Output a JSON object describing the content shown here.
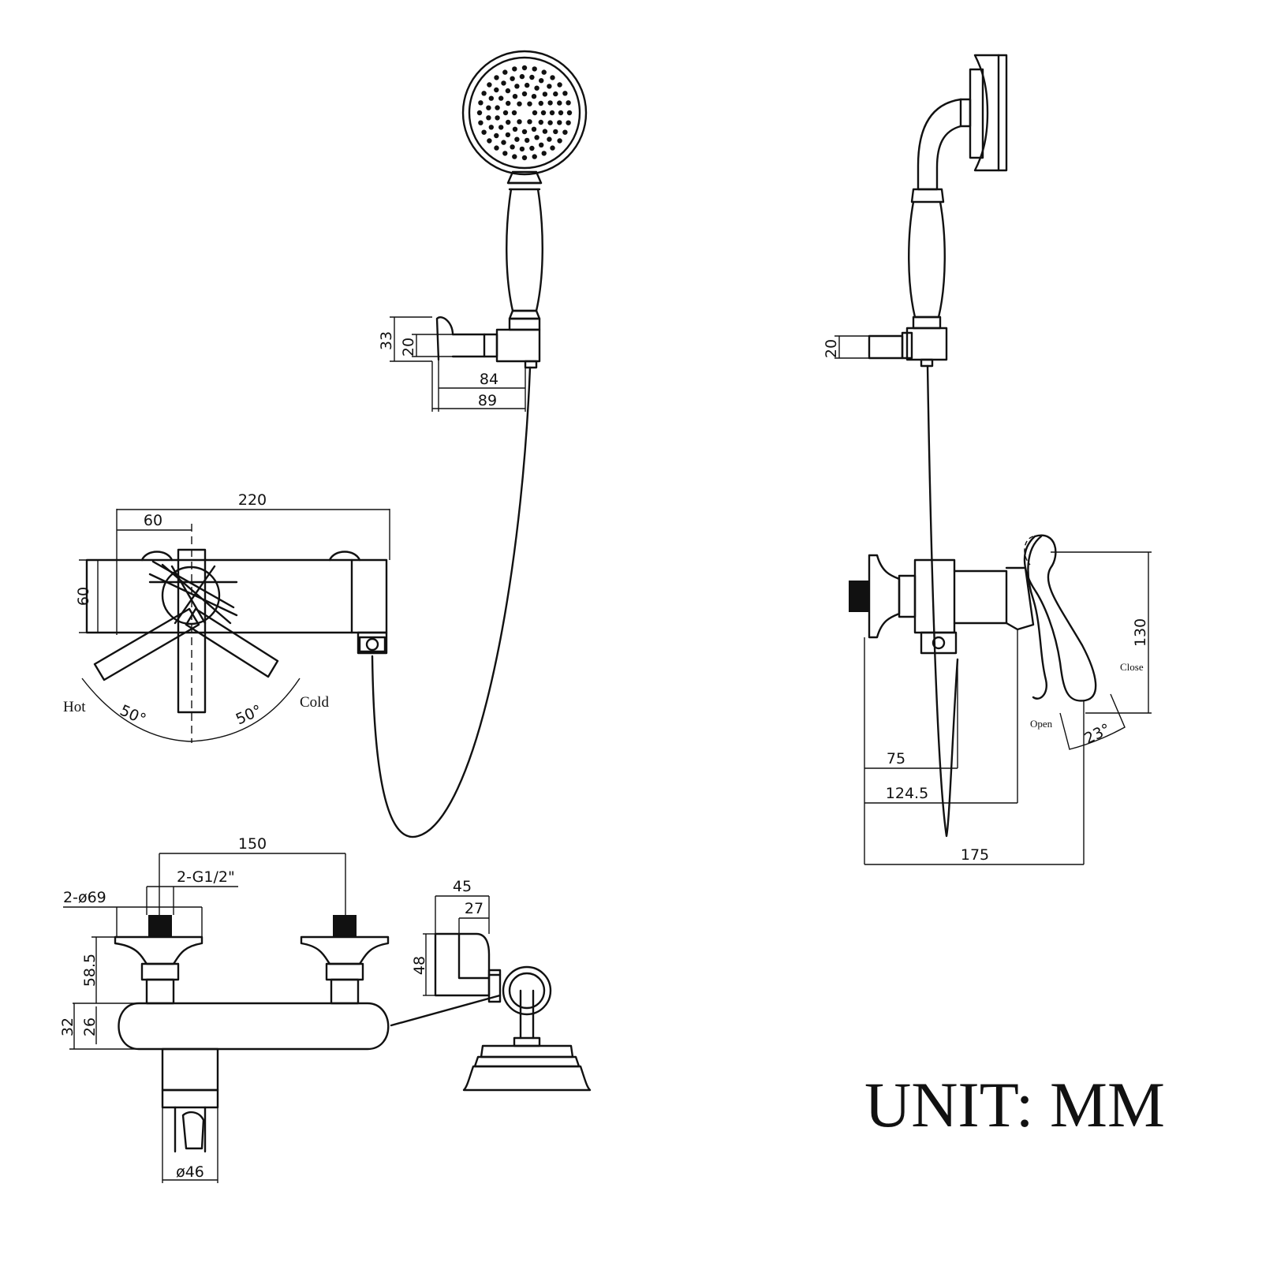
{
  "handset_bracket": {
    "d_33": "33",
    "d_20": "20",
    "d_84": "84",
    "d_89": "89"
  },
  "side_handset": {
    "d_20": "20"
  },
  "mixer_top": {
    "d_220": "220",
    "d_60w": "60",
    "d_60h": "60",
    "angle_left": "50°",
    "angle_right": "50°",
    "hot": "Hot",
    "cold": "Cold"
  },
  "mixer_front": {
    "d_150": "150",
    "thread": "2-G1/2\"",
    "flange": "2-ø69",
    "d_58_5": "58.5",
    "d_32": "32",
    "d_26": "26",
    "spout": "ø46"
  },
  "holder": {
    "d_45": "45",
    "d_27": "27",
    "d_48": "48"
  },
  "mixer_side": {
    "d_75": "75",
    "d_124_5": "124.5",
    "d_175": "175",
    "d_130": "130",
    "open": "Open",
    "close": "Close",
    "angle": "23°"
  },
  "unit_label": "UNIT: MM",
  "icons": [
    "hand-shower-icon",
    "hose-icon",
    "cross-handle-icon",
    "wall-flange-icon",
    "spout-icon"
  ]
}
